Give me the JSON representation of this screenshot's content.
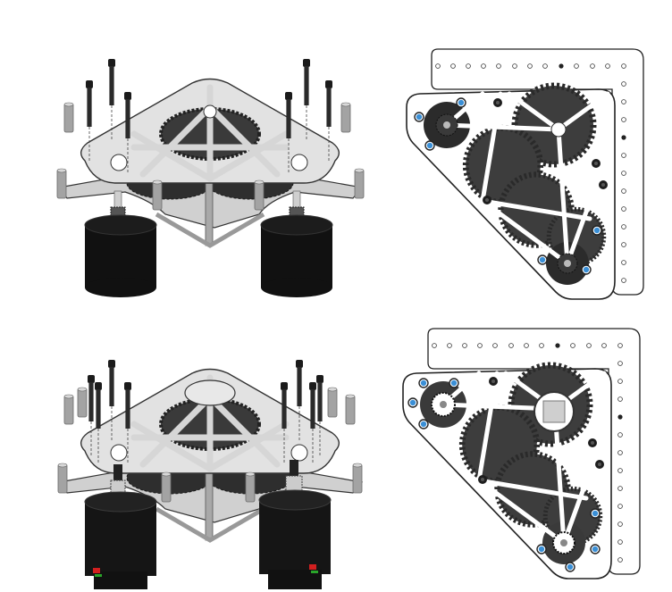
{
  "figure": {
    "panels": [
      {
        "id": "exploded-view-standard-motors"
      },
      {
        "id": "top-view-standard-motors"
      },
      {
        "id": "exploded-view-encoder-motors"
      },
      {
        "id": "top-view-encoder-motors"
      }
    ]
  },
  "colors": {
    "background": "#ffffff",
    "plate": "#d9d9d9",
    "gear": "#3a3a3a",
    "motor": "#111111",
    "bolt": "#1c1c1c",
    "standoff": "#9a9a9a",
    "screw_accent": "#3a8fd6",
    "connector_red": "#d21f1f",
    "connector_green": "#2aa52a"
  }
}
